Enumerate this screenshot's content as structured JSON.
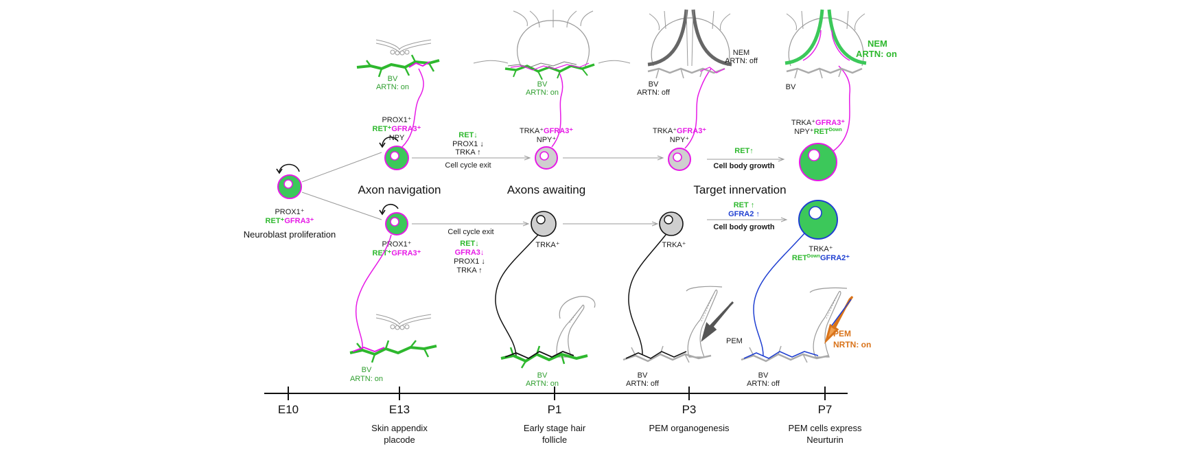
{
  "colors": {
    "green": "#2eb82e",
    "cell_green": "#3cc85a",
    "magenta": "#e619e6",
    "blue": "#1f3fd1",
    "orange": "#d9731a",
    "gray": "#cfcfcf",
    "black": "#111111"
  },
  "timeline": {
    "ticks": [
      {
        "label": "E10",
        "desc1": "",
        "desc2": ""
      },
      {
        "label": "E13",
        "desc1": "Skin appendix",
        "desc2": "placode"
      },
      {
        "label": "P1",
        "desc1": "Early stage hair",
        "desc2": "follicle"
      },
      {
        "label": "P3",
        "desc1": "PEM organogenesis",
        "desc2": ""
      },
      {
        "label": "P7",
        "desc1": "PEM cells express",
        "desc2": "Neurturin"
      }
    ]
  },
  "stages": {
    "navigation": "Axon navigation",
    "awaiting": "Axons awaiting",
    "innervation": "Target innervation"
  },
  "e10": {
    "marker1": "PROX1⁺",
    "marker2a": "RET⁺",
    "marker2b": "GFRA3⁺",
    "caption": "Neuroblast proliferation"
  },
  "upper": {
    "e13_m1": "PROX1⁺",
    "e13_m2a": "RET⁺",
    "e13_m2b": "GFRA3⁺",
    "e13_m3": "NPY",
    "trans1_a": "RET↓",
    "trans1_b": "PROX1 ↓",
    "trans1_c": "TRKA ↑",
    "trans1_exit": "Cell cycle exit",
    "p1_m1a": "TRKA⁺",
    "p1_m1b": "GFRA3⁺",
    "p1_m2": "NPY⁺",
    "p3_m1a": "TRKA⁺",
    "p3_m1b": "GFRA3⁺",
    "p3_m2": "NPY⁺",
    "trans3_a": "RET↑",
    "trans3_b": "Cell body growth",
    "p7_m1a": "TRKA⁺",
    "p7_m1b": "GFRA3⁺",
    "p7_m2a": "NPY⁺",
    "p7_m2b": "RET",
    "p7_m2c": "Down"
  },
  "lower": {
    "e13_m1": "PROX1⁺",
    "e13_m2a": "RET⁺",
    "e13_m2b": "GFRA3⁺",
    "trans1_exit": "Cell cycle exit",
    "trans1_a": "RET↓",
    "trans1_b": "GFRA3↓",
    "trans1_c": "PROX1 ↓",
    "trans1_d": "TRKA ↑",
    "p1_m": "TRKA⁺",
    "p3_m": "TRKA⁺",
    "trans3_a": "RET ↑",
    "trans3_b": "GFRA2 ↑",
    "trans3_c": "Cell body growth",
    "p7_m1": "TRKA⁺",
    "p7_m2a": "RET",
    "p7_m2b": "Down",
    "p7_m2c": "GFRA2⁺"
  },
  "targets": {
    "bv": "BV",
    "artn_on": "ARTN: on",
    "artn_off": "ARTN: off",
    "nem": "NEM",
    "pem": "PEM",
    "nrtn_on": "NRTN: on"
  }
}
